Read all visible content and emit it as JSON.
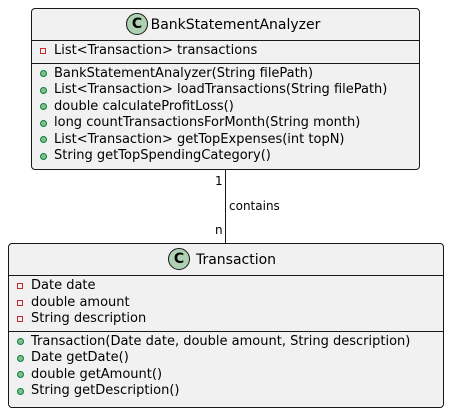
{
  "classes": {
    "analyzer": {
      "stereotype": "C",
      "name": "BankStatementAnalyzer",
      "attributes": [
        {
          "visibility": "private",
          "text": "List<Transaction> transactions"
        }
      ],
      "methods": [
        {
          "visibility": "public",
          "text": "BankStatementAnalyzer(String filePath)"
        },
        {
          "visibility": "public",
          "text": "List<Transaction> loadTransactions(String filePath)"
        },
        {
          "visibility": "public",
          "text": "double calculateProfitLoss()"
        },
        {
          "visibility": "public",
          "text": "long countTransactionsForMonth(String month)"
        },
        {
          "visibility": "public",
          "text": "List<Transaction> getTopExpenses(int topN)"
        },
        {
          "visibility": "public",
          "text": "String getTopSpendingCategory()"
        }
      ]
    },
    "transaction": {
      "stereotype": "C",
      "name": "Transaction",
      "attributes": [
        {
          "visibility": "private",
          "text": "Date date"
        },
        {
          "visibility": "private",
          "text": "double amount"
        },
        {
          "visibility": "private",
          "text": "String description"
        }
      ],
      "methods": [
        {
          "visibility": "public",
          "text": "Transaction(Date date, double amount, String description)"
        },
        {
          "visibility": "public",
          "text": "Date getDate()"
        },
        {
          "visibility": "public",
          "text": "double getAmount()"
        },
        {
          "visibility": "public",
          "text": "String getDescription()"
        }
      ]
    }
  },
  "association": {
    "label": "contains",
    "source_multiplicity": "1",
    "target_multiplicity": "n"
  },
  "colors": {
    "class_fill": "#f1f1f1",
    "border": "#181818",
    "badge": "#add1b2",
    "private_marker": "#c82930",
    "public_marker": "#84be84"
  }
}
